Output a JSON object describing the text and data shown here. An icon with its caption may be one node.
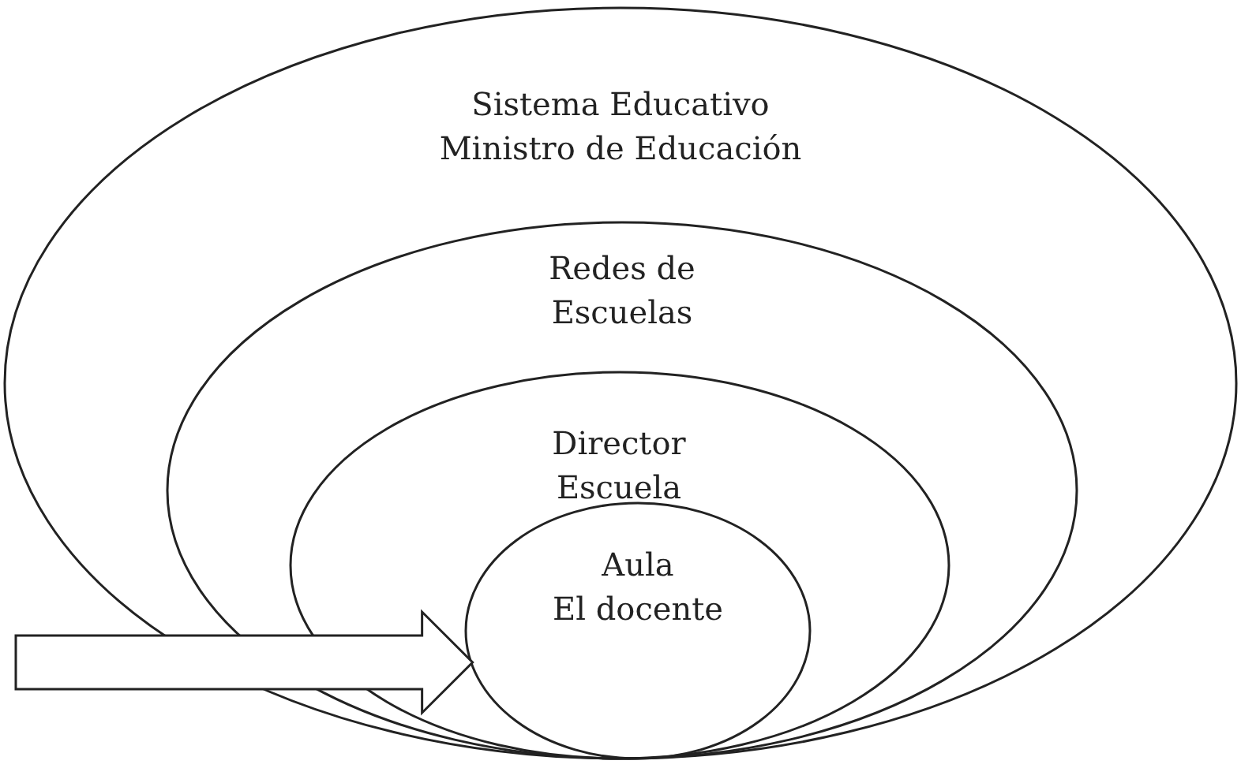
{
  "diagram": {
    "nodes": [
      {
        "text": [
          "Sistema Educativo",
          "Ministro de Educación"
        ]
      },
      {
        "text": [
          "Redes de Escuelas"
        ],
        "in": 0
      },
      {
        "text": [
          "Director",
          "Escuela"
        ],
        "in": 1
      },
      {
        "text": [
          "Aula",
          "El docente"
        ],
        "in": 2
      }
    ],
    "edges": [
      {
        "from": null,
        "to": 3,
        "arrow": "to"
      }
    ]
  }
}
